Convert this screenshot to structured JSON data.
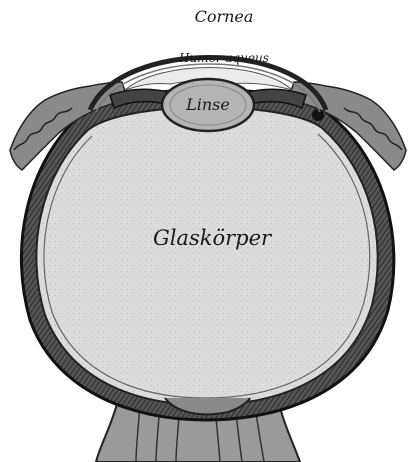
{
  "labels": {
    "cornea": "Cornea",
    "humor": "Humor aqueus",
    "lens": "Linse",
    "vitreous": "Glaskörper"
  }
}
